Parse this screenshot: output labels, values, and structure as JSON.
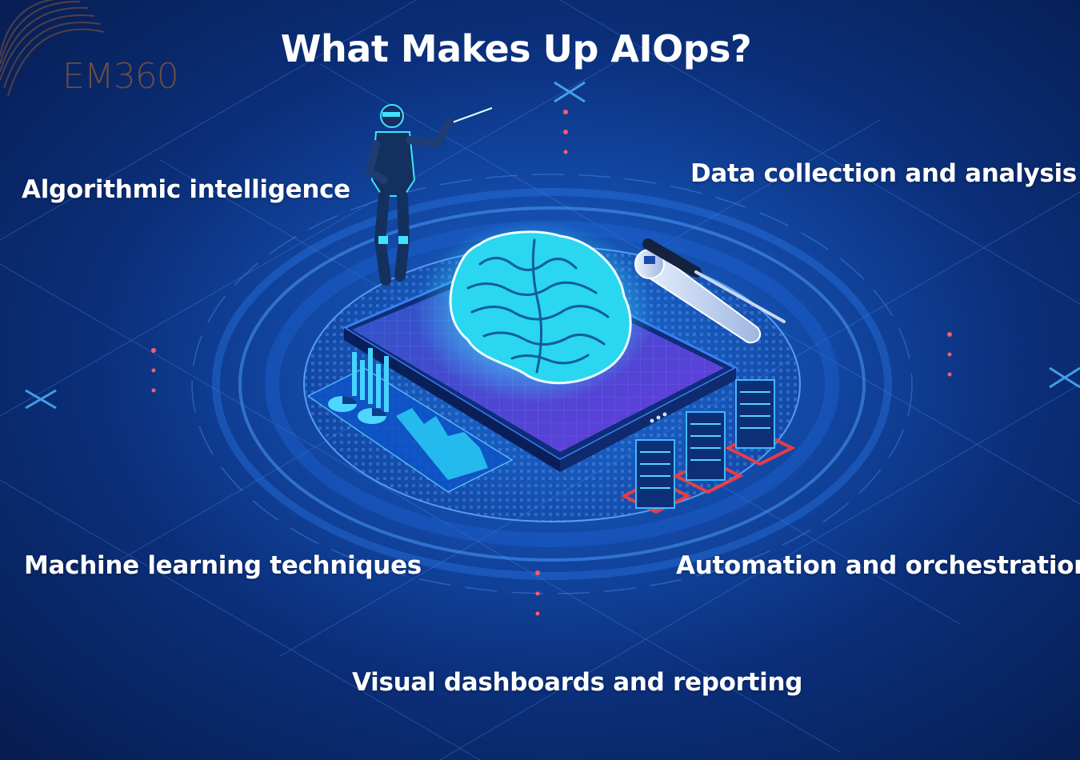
{
  "title": "What Makes Up AIOps?",
  "logo": {
    "text": "EM360"
  },
  "labels": {
    "algorithmic_intelligence": "Algorithmic intelligence",
    "data_collection": "Data collection and analysis",
    "machine_learning": "Machine learning techniques",
    "automation": "Automation and orchestration",
    "visual_dashboards": "Visual dashboards and reporting"
  },
  "colors": {
    "background_center": "#1d6fd8",
    "background_edge": "#071c4f",
    "neon_cyan": "#3ee3ff",
    "server_glow": "#ff3b3b",
    "title_text": "#ffffff",
    "logo": "#8a5a3a"
  },
  "icons": [
    "brain-icon",
    "robot-figure",
    "wrench-icon",
    "screwdriver-icon",
    "server-rack-icon",
    "bar-chart-icon",
    "pie-chart-icon"
  ]
}
